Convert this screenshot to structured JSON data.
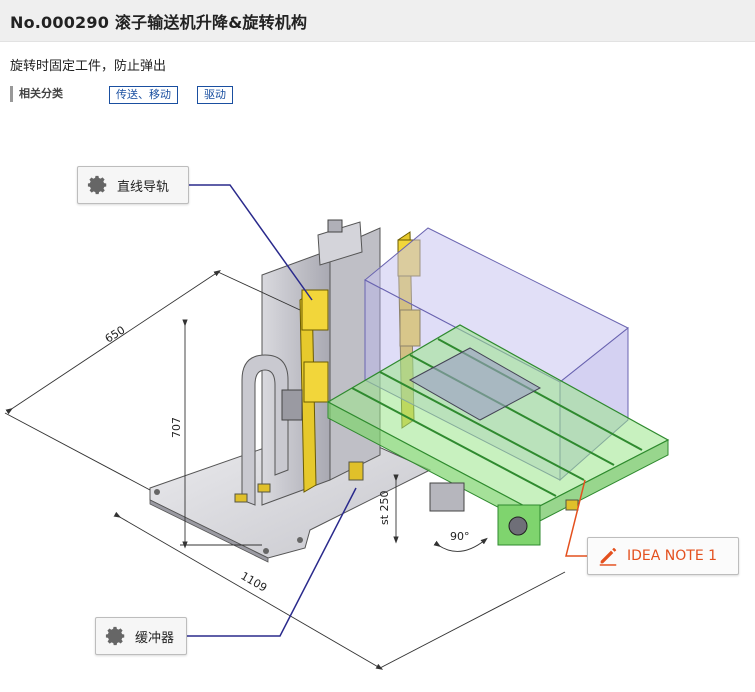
{
  "header": {
    "title": "No.000290 滚子输送机升降&旋转机构"
  },
  "description": "旋转时固定工件，防止弹出",
  "categories": {
    "label": "相关分类",
    "tags": [
      "传送、移动",
      "驱动"
    ]
  },
  "diagram": {
    "dimensions": {
      "d650": "650",
      "d707": "707",
      "d1109": "1109",
      "st250": "st 250",
      "angle": "90°"
    }
  },
  "callouts": {
    "guide": "直线导轨",
    "buffer": "缓冲器",
    "idea": "IDEA NOTE 1"
  },
  "colors": {
    "accent_link": "#1a4fa0",
    "idea_orange": "#e4501e",
    "leader_line": "#2a2a8c"
  }
}
